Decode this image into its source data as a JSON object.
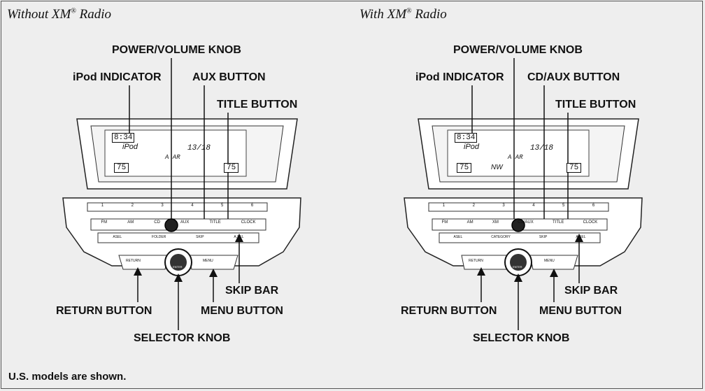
{
  "headers": {
    "left": "Without XM",
    "right": "With XM",
    "suffix": " Radio",
    "reg_mark": "®"
  },
  "left_panel": {
    "labels": {
      "power_volume": "POWER/VOLUME KNOB",
      "ipod_indicator": "iPod INDICATOR",
      "aux": "AUX BUTTON",
      "title": "TITLE BUTTON",
      "skip": "SKIP BAR",
      "return": "RETURN BUTTON",
      "menu": "MENU BUTTON",
      "selector": "SELECTOR KNOB"
    },
    "display": {
      "clock": "8:34",
      "source": "iPod",
      "track": "13/18",
      "mode": "A   AR",
      "temp_left": "75",
      "temp_right": "75"
    },
    "buttons": {
      "presets": [
        "1",
        "2",
        "3",
        "4",
        "5",
        "6"
      ],
      "row2": [
        "FM",
        "AM",
        "CD",
        "AUX",
        "TITLE",
        "CLOCK"
      ],
      "row3": [
        "ASEL",
        "FOLDER",
        "SKIP",
        "A.SEL"
      ],
      "return": "RETURN",
      "menu": "MENU",
      "selector": "ENTER"
    }
  },
  "right_panel": {
    "labels": {
      "power_volume": "POWER/VOLUME KNOB",
      "ipod_indicator": "iPod INDICATOR",
      "aux": "CD/AUX BUTTON",
      "title": "TITLE BUTTON",
      "skip": "SKIP BAR",
      "return": "RETURN BUTTON",
      "menu": "MENU BUTTON",
      "selector": "SELECTOR KNOB"
    },
    "display": {
      "clock": "8:34",
      "source": "iPod",
      "track": "13/18",
      "mode": "A   AR",
      "nw": "NW",
      "temp_left": "75",
      "temp_right": "75"
    },
    "buttons": {
      "presets": [
        "1",
        "2",
        "3",
        "4",
        "5",
        "6"
      ],
      "row2": [
        "FM",
        "AM",
        "XM",
        "CD/AUX",
        "TITLE",
        "CLOCK"
      ],
      "row3": [
        "ASEL",
        "CATEGORY",
        "SKIP",
        "A.SEL"
      ],
      "return": "RETURN",
      "menu": "MENU",
      "selector": "ENTER"
    }
  },
  "footer_note": "U.S. models are shown."
}
